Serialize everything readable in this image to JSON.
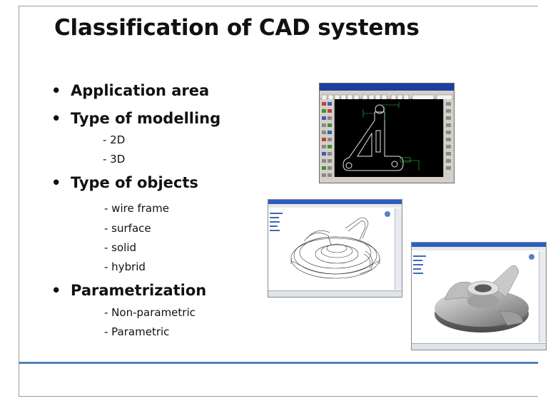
{
  "slide": {
    "title": "Classification of CAD systems",
    "bullets": [
      {
        "label": "Application area",
        "subitems": []
      },
      {
        "label": "Type of modelling",
        "subitems": [
          "- 2D",
          "- 3D"
        ]
      },
      {
        "label": "Type of objects",
        "subitems": [
          "- wire frame",
          "- surface",
          "- solid",
          "- hybrid"
        ]
      },
      {
        "label": "Parametrization",
        "subitems": [
          "- Non-parametric",
          "- Parametric"
        ]
      }
    ],
    "bullet_symbol": "•",
    "accent_color": "#4f81bd"
  },
  "images": {
    "cad_2d": {
      "icon": "cad-2d-drawing-screenshot"
    },
    "cad_wireframe": {
      "icon": "cad-wireframe-model-screenshot"
    },
    "cad_solid": {
      "icon": "cad-solid-model-screenshot"
    }
  }
}
